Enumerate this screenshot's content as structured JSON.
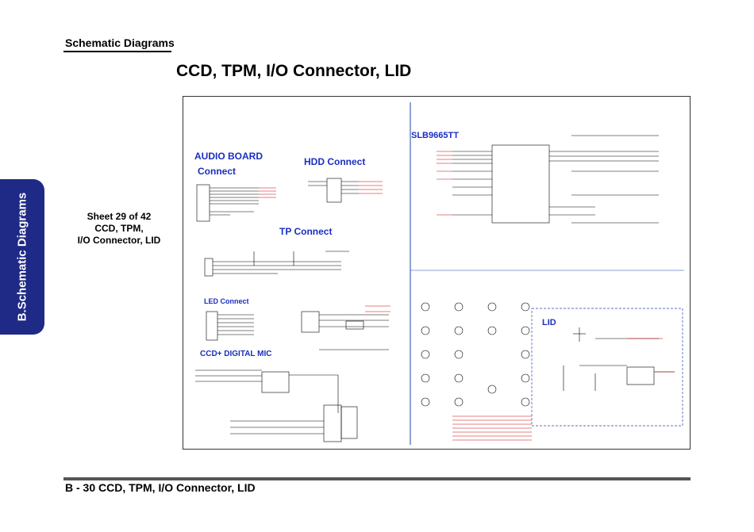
{
  "header": {
    "section": "Schematic  Diagrams"
  },
  "title": "CCD, TPM, I/O Connector, LID",
  "side_tab": {
    "label": "B.Schematic Diagrams",
    "color": "#1e2a86"
  },
  "sheet_info": {
    "line1": "Sheet 29 of 42",
    "line2": "CCD, TPM,",
    "line3": "I/O Connector, LID"
  },
  "schematic": {
    "blocks": {
      "audio_board_1": "AUDIO BOARD",
      "audio_board_2": "Connect",
      "hdd": "HDD Connect",
      "tp": "TP Connect",
      "led": "LED Connect",
      "ccd": "CCD+ DIGITAL MIC",
      "tpm": "SLB9665TT",
      "lid": "LID"
    },
    "colors": {
      "block_title": "#1a2fc0",
      "wire": "#000000",
      "net": "#cc0000",
      "border": "#2244aa"
    }
  },
  "footer": {
    "text": "B - 30   CCD, TPM, I/O Connector, LID"
  }
}
